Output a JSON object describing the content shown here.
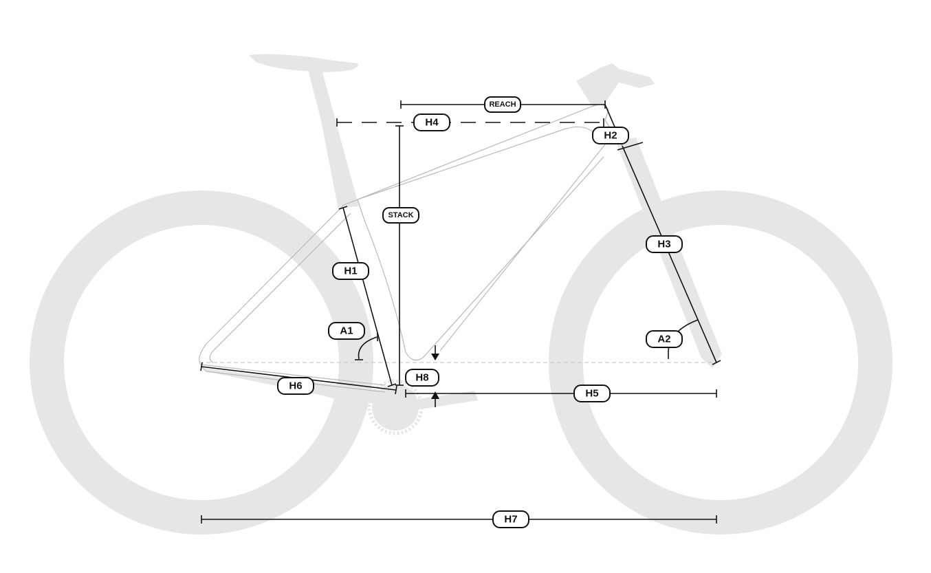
{
  "labels": {
    "reach": "REACH",
    "h4": "H4",
    "h2": "H2",
    "stack": "STACK",
    "h1": "H1",
    "h3": "H3",
    "a1": "A1",
    "a2": "A2",
    "h8": "H8",
    "h6": "H6",
    "h5": "H5",
    "h7": "H7"
  },
  "colors": {
    "silhouette": "#e6e6e6",
    "frame_outline": "#b9b9b9",
    "measure_line": "#111111"
  }
}
